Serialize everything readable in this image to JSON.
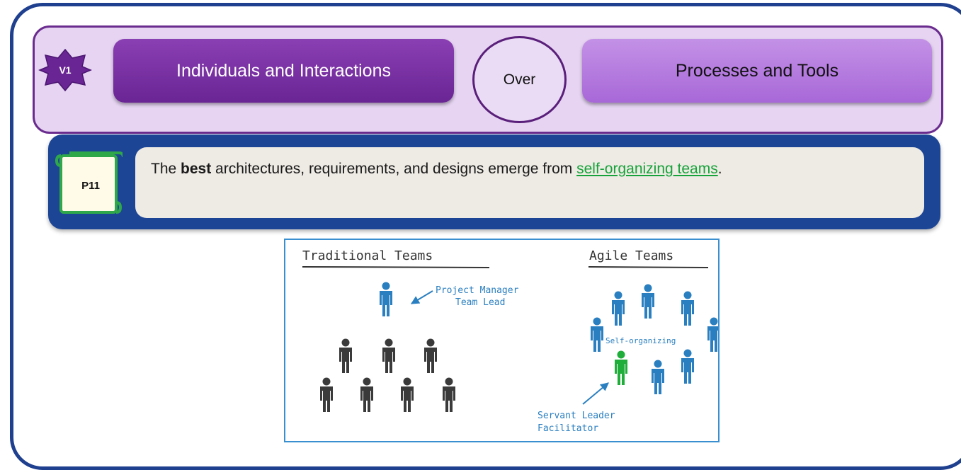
{
  "value": {
    "badge": "V1",
    "left": "Individuals and Interactions",
    "connector": "Over",
    "right": "Processes and Tools"
  },
  "principle": {
    "badge": "P11",
    "text_pre": "The ",
    "text_bold": "best",
    "text_mid": " architectures, requirements, and designs emerge from ",
    "text_link": "self-organizing teams",
    "text_post": "."
  },
  "illustration": {
    "traditional_title": "Traditional Teams",
    "agile_title": "Agile Teams",
    "pm_label_1": "Project Manager",
    "pm_label_2": "Team Lead",
    "center_label": "Self-organizing",
    "servant_label_1": "Servant Leader",
    "servant_label_2": "Facilitator",
    "colors": {
      "blue_person": "#2a7fc0",
      "gray_person": "#3a3a3a",
      "green_person": "#1fae3a",
      "frame": "#3a8fd0"
    }
  }
}
